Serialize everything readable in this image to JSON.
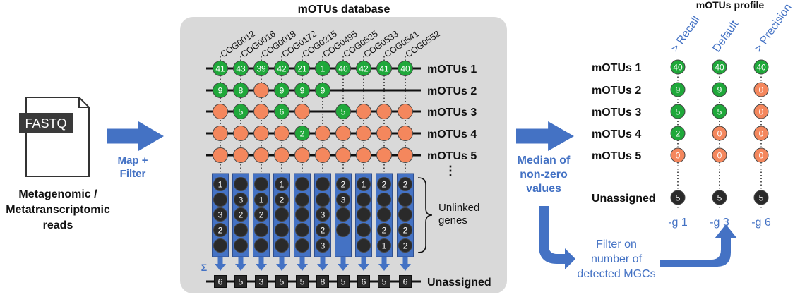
{
  "input": {
    "file_label": "FASTQ",
    "caption_lines": [
      "Metagenomic /",
      "Metatranscriptomic",
      "reads"
    ]
  },
  "arrow1_label_lines": [
    "Map +",
    "Filter"
  ],
  "database": {
    "title": "mOTUs database",
    "cogs": [
      "COG0012",
      "COG0016",
      "COG0018",
      "COG0172",
      "COG0215",
      "COG0495",
      "COG0525",
      "COG0533",
      "COG0541",
      "COG0552"
    ],
    "rows": [
      {
        "label": "mOTUs 1",
        "cells": [
          {
            "v": "41",
            "c": "green"
          },
          {
            "v": "43",
            "c": "green"
          },
          {
            "v": "39",
            "c": "green"
          },
          {
            "v": "42",
            "c": "green"
          },
          {
            "v": "21",
            "c": "green"
          },
          {
            "v": "1",
            "c": "green"
          },
          {
            "v": "40",
            "c": "green"
          },
          {
            "v": "42",
            "c": "green"
          },
          {
            "v": "41",
            "c": "green"
          },
          {
            "v": "40",
            "c": "green"
          }
        ]
      },
      {
        "label": "mOTUs 2",
        "cells": [
          {
            "v": "9",
            "c": "green"
          },
          {
            "v": "8",
            "c": "green"
          },
          {
            "v": "",
            "c": "orange"
          },
          {
            "v": "9",
            "c": "green"
          },
          {
            "v": "9",
            "c": "green"
          },
          {
            "v": "9",
            "c": "green"
          },
          null,
          null,
          null,
          null
        ]
      },
      {
        "label": "mOTUs 3",
        "cells": [
          {
            "v": "",
            "c": "orange"
          },
          {
            "v": "5",
            "c": "green"
          },
          {
            "v": "",
            "c": "orange"
          },
          {
            "v": "6",
            "c": "green"
          },
          {
            "v": "",
            "c": "orange"
          },
          null,
          {
            "v": "5",
            "c": "green"
          },
          {
            "v": "",
            "c": "orange"
          },
          {
            "v": "",
            "c": "orange"
          },
          {
            "v": "",
            "c": "orange"
          }
        ]
      },
      {
        "label": "mOTUs 4",
        "cells": [
          {
            "v": "",
            "c": "orange"
          },
          {
            "v": "",
            "c": "orange"
          },
          {
            "v": "",
            "c": "orange"
          },
          {
            "v": "",
            "c": "orange"
          },
          {
            "v": "2",
            "c": "green"
          },
          {
            "v": "",
            "c": "orange"
          },
          {
            "v": "",
            "c": "orange"
          },
          {
            "v": "",
            "c": "orange"
          },
          {
            "v": "",
            "c": "orange"
          },
          {
            "v": "",
            "c": "orange"
          }
        ]
      },
      {
        "label": "mOTUs 5",
        "cells": [
          {
            "v": "",
            "c": "orange"
          },
          {
            "v": "",
            "c": "orange"
          },
          {
            "v": "",
            "c": "orange"
          },
          {
            "v": "",
            "c": "orange"
          },
          {
            "v": "",
            "c": "orange"
          },
          {
            "v": "",
            "c": "orange"
          },
          {
            "v": "",
            "c": "orange"
          },
          {
            "v": "",
            "c": "orange"
          },
          {
            "v": "",
            "c": "orange"
          },
          {
            "v": "",
            "c": "orange"
          }
        ]
      }
    ],
    "ellipsis": "⋮",
    "unlinked_columns": [
      [
        "1",
        "",
        "3",
        "2",
        ""
      ],
      [
        "",
        "3",
        "2",
        "",
        ""
      ],
      [
        "",
        "1",
        "2",
        "",
        ""
      ],
      [
        "1",
        "2",
        "",
        "",
        ""
      ],
      [
        "",
        "",
        "",
        "",
        ""
      ],
      [
        "",
        "",
        "3",
        "2",
        "3"
      ],
      [
        "2",
        "3",
        "",
        ""
      ],
      [
        "1",
        "",
        "",
        "",
        ""
      ],
      [
        "2",
        "",
        "",
        "2",
        "1"
      ],
      [
        "2",
        "",
        "",
        "2",
        "2"
      ]
    ],
    "unlinked_label_lines": [
      "Unlinked",
      "genes"
    ],
    "sigma": "Σ",
    "unassigned_label": "Unassigned",
    "unassigned_values": [
      "6",
      "5",
      "3",
      "5",
      "5",
      "8",
      "5",
      "6",
      "5",
      "6"
    ]
  },
  "arrow2_label_lines": [
    "Median of",
    "non-zero",
    "values"
  ],
  "filter_label_lines": [
    "Filter on",
    "number of",
    "detected MGCs"
  ],
  "profile": {
    "title": "mOTUs profile",
    "modes": [
      "> Recall",
      "Default",
      "> Precision"
    ],
    "rows": [
      {
        "label": "mOTUs 1",
        "values": [
          {
            "v": "40",
            "c": "green"
          },
          {
            "v": "40",
            "c": "green"
          },
          {
            "v": "40",
            "c": "green"
          }
        ]
      },
      {
        "label": "mOTUs 2",
        "values": [
          {
            "v": "9",
            "c": "green"
          },
          {
            "v": "9",
            "c": "green"
          },
          {
            "v": "0",
            "c": "orange"
          }
        ]
      },
      {
        "label": "mOTUs 3",
        "values": [
          {
            "v": "5",
            "c": "green"
          },
          {
            "v": "5",
            "c": "green"
          },
          {
            "v": "0",
            "c": "orange"
          }
        ]
      },
      {
        "label": "mOTUs 4",
        "values": [
          {
            "v": "2",
            "c": "green"
          },
          {
            "v": "0",
            "c": "orange"
          },
          {
            "v": "0",
            "c": "orange"
          }
        ]
      },
      {
        "label": "mOTUs 5",
        "values": [
          {
            "v": "0",
            "c": "orange"
          },
          {
            "v": "0",
            "c": "orange"
          },
          {
            "v": "0",
            "c": "orange"
          }
        ]
      }
    ],
    "unassigned_label": "Unassigned",
    "unassigned_values": [
      "5",
      "5",
      "5"
    ],
    "flags": [
      "-g 1",
      "-g 3",
      "-g 6"
    ]
  },
  "colors": {
    "green": "#1fa83a",
    "orange": "#f4875d",
    "blue": "#4472c4",
    "blue_text": "#4472c4",
    "panel": "#d9d9d9",
    "dark": "#2b2b2b"
  }
}
